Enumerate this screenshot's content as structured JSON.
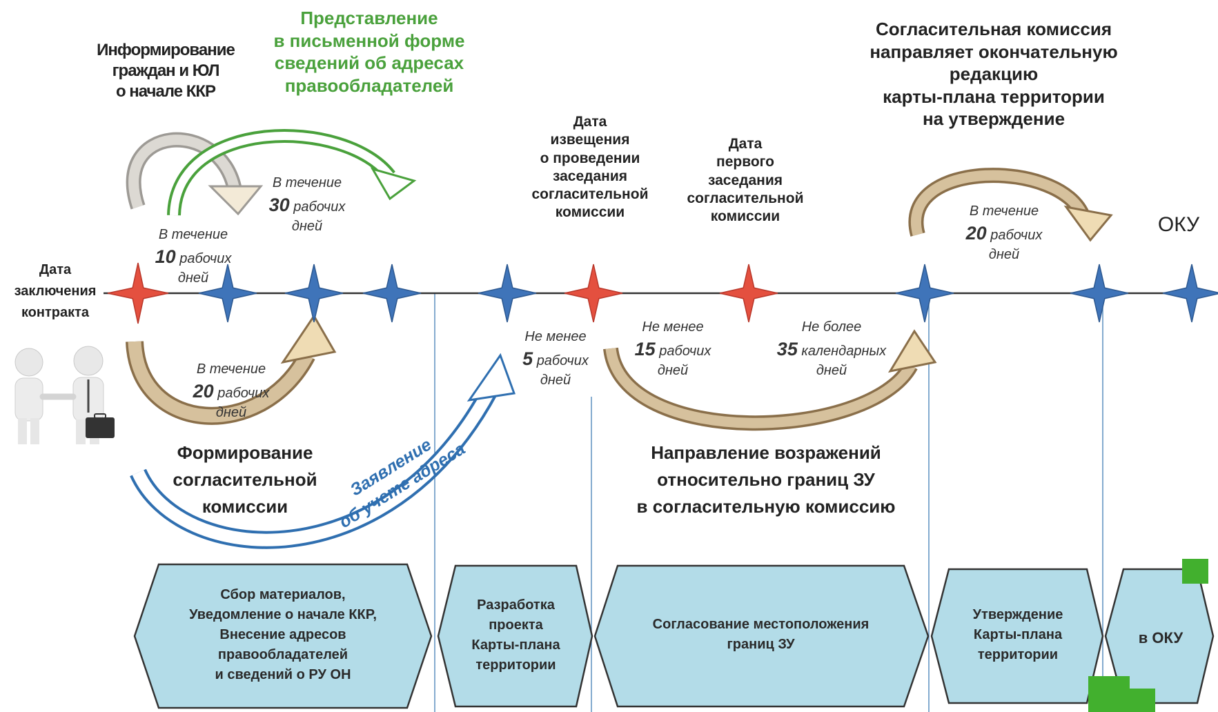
{
  "colors": {
    "star_red": "#e4503f",
    "star_blue": "#3f74b9",
    "green": "#4aa13c",
    "tan": "#c6ad86",
    "blue_arrow": "#2f6fb0",
    "phase_fill": "#b3dce8",
    "square_green": "#42b02e"
  },
  "labels": {
    "informing": "Информирование\nграждан и ЮЛ\nо начале ККР",
    "submission": "Представление\nв письменной форме\nсведений об адресах\nправообладателей",
    "commission_final": "Согласительная комиссия\nнаправляет окончательную\nредакцию\nкарты-плана территории\nна утверждение",
    "notice_date": "Дата\nизвещения\nо проведении\nзаседания\nсогласительной\nкомиссии",
    "first_meeting_date": "Дата\nпервого\nзаседания\nсогласительной\nкомиссии",
    "oku": "ОКУ",
    "contract_date": "Дата\nзаключения\nконтракта",
    "formation": "Формирование\nсогласительной\nкомиссии",
    "objections": "Направление возражений\nотносительно границ ЗУ\nв согласительную комиссию",
    "address_application": "Заявление\nоб учете адреса"
  },
  "durations": {
    "d10": {
      "pre": "В течение",
      "num": "10",
      "unit": "рабочих",
      "tail": "дней"
    },
    "d30": {
      "pre": "В течение",
      "num": "30",
      "unit": "рабочих",
      "tail": "дней"
    },
    "d20_top": {
      "pre": "В течение",
      "num": "20",
      "unit": "рабочих",
      "tail": "дней"
    },
    "d20_bottom": {
      "pre": "В течение",
      "num": "20",
      "unit": "рабочих",
      "tail": "дней"
    },
    "d5": {
      "pre": "Не менее",
      "num": "5",
      "unit": "рабочих",
      "tail": "дней"
    },
    "d15": {
      "pre": "Не менее",
      "num": "15",
      "unit": "рабочих",
      "tail": "дней"
    },
    "d35": {
      "pre": "Не более",
      "num": "35",
      "unit": "календарных",
      "tail": "дней"
    }
  },
  "phases": [
    {
      "label": "Сбор материалов,\nУведомление о начале ККР,\nВнесение адресов\nправообладателей\nи сведений о РУ ОН"
    },
    {
      "label": "Разработка\nпроекта\nКарты-плана\nтерритории"
    },
    {
      "label": "Согласование местоположения\nграниц ЗУ"
    },
    {
      "label": "Утверждение\nКарты-плана\nтерритории"
    },
    {
      "label": "в ОКУ"
    }
  ],
  "milestones": [
    {
      "type": "red"
    },
    {
      "type": "blue"
    },
    {
      "type": "blue"
    },
    {
      "type": "blue"
    },
    {
      "type": "blue"
    },
    {
      "type": "red"
    },
    {
      "type": "red"
    },
    {
      "type": "blue"
    },
    {
      "type": "blue"
    },
    {
      "type": "blue"
    }
  ]
}
